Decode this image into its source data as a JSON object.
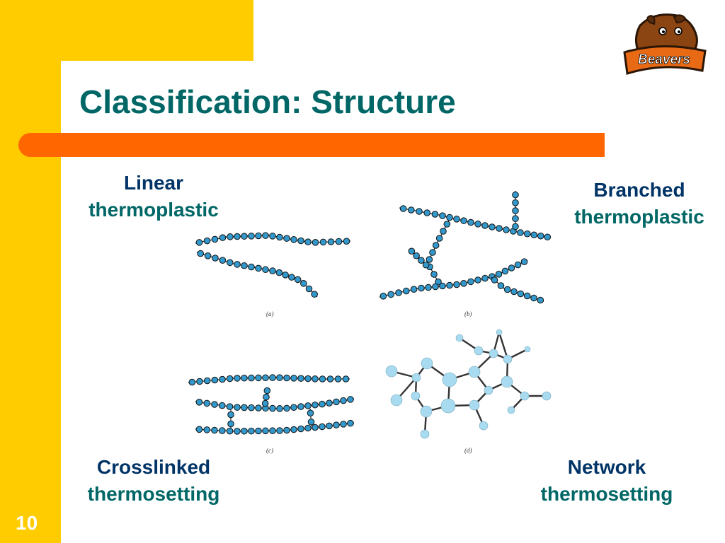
{
  "slide": {
    "title": "Classification: Structure",
    "page_number": "10"
  },
  "labels": {
    "linear": {
      "main": "Linear",
      "sub": "thermoplastic"
    },
    "branched": {
      "main": "Branched",
      "sub": "thermoplastic"
    },
    "crosslinked": {
      "main": "Crosslinked",
      "sub": "thermosetting"
    },
    "network": {
      "main": "Network",
      "sub": "thermosetting"
    }
  },
  "captions": {
    "a": "(a)",
    "b": "(b)",
    "c": "(c)",
    "d": "(d)"
  },
  "logo": {
    "text": "Beavers"
  },
  "colors": {
    "gold": "#FFCC00",
    "orange": "#FF6600",
    "title": "#006666",
    "label_main": "#003366",
    "bead": "#3399CC",
    "node": "#A8DAF0"
  }
}
